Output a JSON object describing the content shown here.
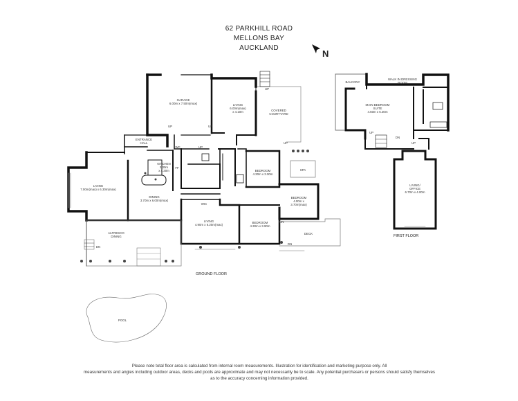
{
  "header": {
    "address_line1": "62 PARKHILL ROAD",
    "address_line2": "MELLONS BAY",
    "address_line3": "AUCKLAND"
  },
  "north_label": "N",
  "rooms": {
    "garage": {
      "name": "GARAGE",
      "dims": "6.00m x 7.50m(max)"
    },
    "living_top": {
      "name": "LIVING",
      "dims": "6.00m(max)",
      "dims2": "x 4.10m"
    },
    "covered_courtyard": {
      "name": "COVERED",
      "name2": "COURTYARD"
    },
    "entrance_hall": {
      "name": "ENTRANCE",
      "name2": "HALL"
    },
    "kitchen": {
      "name": "KITCHEN",
      "dims": "3.30m",
      "dims2": "x 4.30m"
    },
    "living_left": {
      "name": "LIVING",
      "dims": "7.00m(max) x 6.30m(max)"
    },
    "dining": {
      "name": "DINING",
      "dims": "3.70m x 6.00m(max)"
    },
    "alfresco": {
      "name": "ALFRESCO",
      "name2": "DINING"
    },
    "bedroom1": {
      "name": "BEDROOM",
      "dims": "4.30m x 3.00m"
    },
    "spa": {
      "name": "SPA"
    },
    "bedroom2": {
      "name": "BEDROOM",
      "dims": "4.00m x",
      "dims2": "3.70m(max)"
    },
    "living_mid": {
      "name": "LIVING",
      "dims": "4.90m x 6.20m(max)"
    },
    "bedroom3": {
      "name": "BEDROOM",
      "dims": "4.30m x 3.90m"
    },
    "deck": {
      "name": "DECK"
    },
    "pool": {
      "name": "POOL"
    },
    "balcony": {
      "name": "BALCONY"
    },
    "walk_in": {
      "name": "WALK IN DRESSING",
      "name2": "ROOM"
    },
    "main_bedroom": {
      "name": "MAIN BEDROOM",
      "name2": "SUITE",
      "dims": "4.50m x 6.30m"
    },
    "living_office": {
      "name": "LIVING/",
      "name2": "OFFICE",
      "dims": "6.70m x 4.00m"
    }
  },
  "markers": {
    "up": "UP",
    "dn": "DN",
    "ff": "FF",
    "wic": "WIC",
    "wc": "WC",
    "linen": "LIN"
  },
  "floors": {
    "ground": "GROUND FLOOR",
    "first": "FIRST FLOOR"
  },
  "disclaimer": {
    "line1": "Please note total floor area is calculated from internal room measurements. Illustration for identification and marketing purpose only. All",
    "line2": "measurements and angles including outdoor areas, decks and pools are approximate and may not necessarily be to scale. Any potential purchasers or persons should satisfy themselves",
    "line3": "as to the accuracy concerning information provided."
  }
}
